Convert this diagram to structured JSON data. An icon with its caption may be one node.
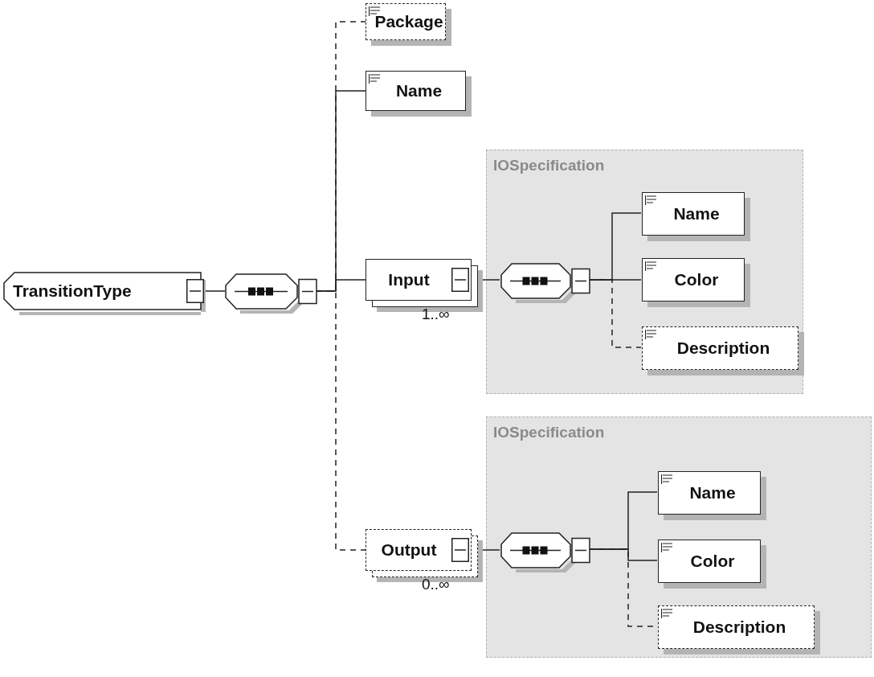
{
  "diagram": {
    "nodes": [
      {
        "text": [
          "TransitionType"
        ]
      },
      {
        "text": [],
        "shape": "octagon"
      },
      {
        "text": [
          "Package"
        ]
      },
      {
        "text": [
          "Name"
        ]
      },
      {
        "text": [
          "IOSpecification"
        ]
      },
      {
        "text": [
          "Input"
        ],
        "beside": [
          "1..∞"
        ]
      },
      {
        "text": [],
        "shape": "octagon",
        "in": 4
      },
      {
        "text": [
          "Name"
        ],
        "in": 4
      },
      {
        "text": [
          "Color"
        ],
        "in": 4
      },
      {
        "text": [
          "Description"
        ],
        "in": 4
      },
      {
        "text": [
          "IOSpecification"
        ]
      },
      {
        "text": [
          "Output"
        ],
        "beside": [
          "0..∞"
        ]
      },
      {
        "text": [],
        "shape": "octagon",
        "in": 10
      },
      {
        "text": [
          "Name"
        ],
        "in": 10
      },
      {
        "text": [
          "Color"
        ],
        "in": 10
      },
      {
        "text": [
          "Description"
        ],
        "in": 10
      }
    ],
    "edges": [
      {
        "from": 0,
        "to": 1,
        "arrow": "none"
      },
      {
        "from": 1,
        "to": 2,
        "arrow": "none",
        "style": "dashed"
      },
      {
        "from": 1,
        "to": 3,
        "arrow": "none"
      },
      {
        "from": 1,
        "to": 5,
        "arrow": "none"
      },
      {
        "from": 1,
        "to": 11,
        "arrow": "none",
        "style": "dashed"
      },
      {
        "from": 5,
        "to": 6,
        "arrow": "none"
      },
      {
        "from": 6,
        "to": 7,
        "arrow": "none"
      },
      {
        "from": 6,
        "to": 8,
        "arrow": "none"
      },
      {
        "from": 6,
        "to": 9,
        "arrow": "none",
        "style": "dashed"
      },
      {
        "from": 11,
        "to": 12,
        "arrow": "none"
      },
      {
        "from": 12,
        "to": 13,
        "arrow": "none"
      },
      {
        "from": 12,
        "to": 14,
        "arrow": "none"
      },
      {
        "from": 12,
        "to": 15,
        "arrow": "none",
        "style": "dashed"
      }
    ]
  }
}
